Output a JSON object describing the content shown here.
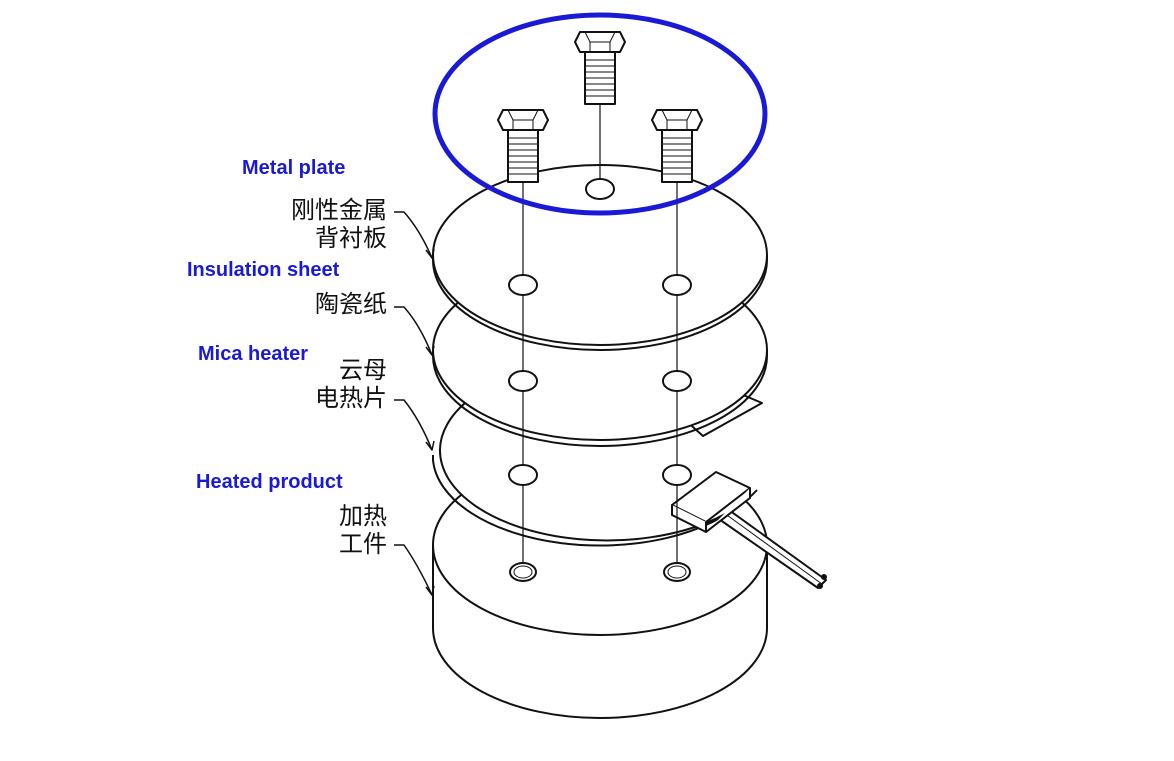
{
  "colors": {
    "line": "#111111",
    "highlight": "#1a1ad6",
    "english_label": "#1a1ad6",
    "chinese_label": "#111111",
    "background": "#ffffff"
  },
  "labels": {
    "metal_plate": {
      "en": "Metal plate",
      "cn_line1": "刚性金属",
      "cn_line2": "背衬板"
    },
    "insulation_sheet": {
      "en": "Insulation sheet",
      "cn_line1": "陶瓷纸"
    },
    "mica_heater": {
      "en": "Mica heater",
      "cn_line1": "云母",
      "cn_line2": "电热片"
    },
    "heated_product": {
      "en": "Heated product",
      "cn_line1": "加热",
      "cn_line2": "工件"
    }
  },
  "parts": {
    "bolts": [
      "bolt-left",
      "bolt-center",
      "bolt-right"
    ],
    "layers": [
      "metal-plate",
      "insulation-sheet",
      "mica-heater",
      "heated-product"
    ],
    "icons": {
      "highlight": "blue-ellipse-icon",
      "bolt": "hex-bolt-icon",
      "lead": "lead-wire-icon"
    }
  }
}
